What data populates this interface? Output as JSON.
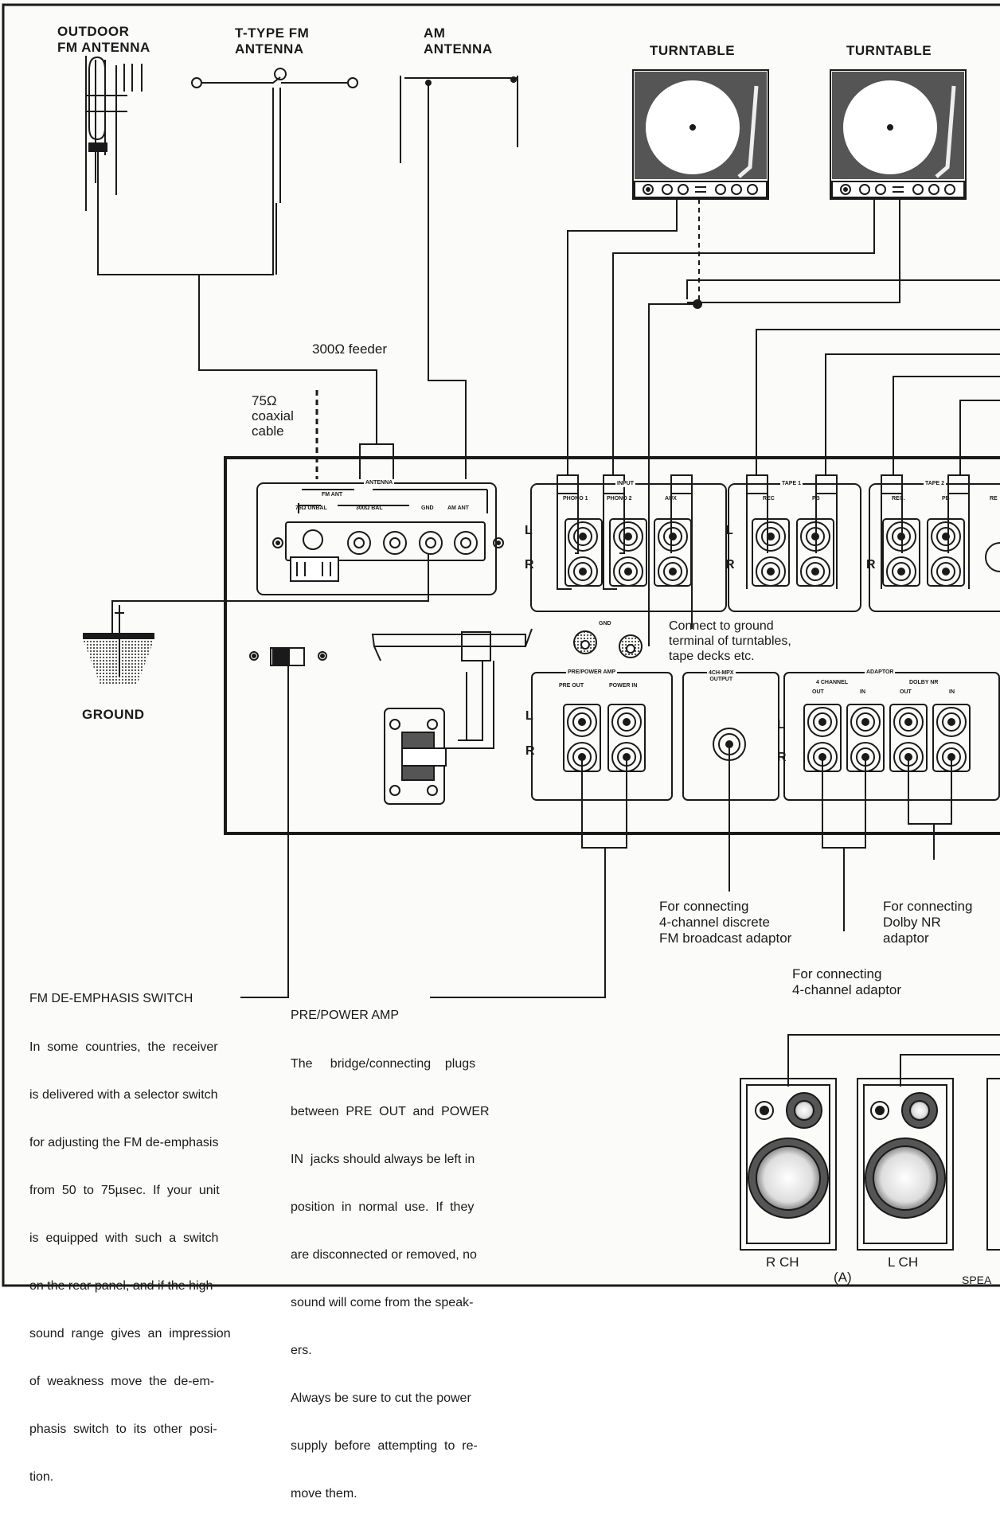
{
  "antennas": {
    "outdoor_fm": [
      "OUTDOOR",
      "FM ANTENNA"
    ],
    "t_type_fm": [
      "T-TYPE FM",
      "ANTENNA"
    ],
    "am": [
      "AM",
      "ANTENNA"
    ]
  },
  "turntables": [
    "TURNTABLE",
    "TURNTABLE"
  ],
  "feeder_300": "300Ω feeder",
  "coax_75": [
    "75Ω",
    "coaxial",
    "cable"
  ],
  "ground_label": "GROUND",
  "antenna_panel": {
    "title": "ANTENNA",
    "fm_ant": "FM ANT",
    "t75": "75Ω UNBAL",
    "t300": "300Ω BAL",
    "gnd": "GND",
    "am_ant": "AM ANT"
  },
  "input_panel": {
    "title": "INPUT",
    "jacks": [
      "PHONO 1",
      "PHONO 2",
      "AUX"
    ]
  },
  "tape1_panel": {
    "title": "TAPE 1",
    "jacks": [
      "REC",
      "PB"
    ]
  },
  "tape2_panel": {
    "title": "TAPE 2",
    "jacks": [
      "REC.",
      "PB",
      "RE"
    ]
  },
  "channel_l": "L",
  "channel_r": "R",
  "gnd_terminal": "GND",
  "ground_note": [
    "Connect to ground",
    "terminal of turntables,",
    "tape decks etc."
  ],
  "pre_power_panel": {
    "title": "PRE/POWER AMP",
    "jacks": [
      "PRE OUT",
      "POWER IN"
    ]
  },
  "mpx_panel": {
    "title": [
      "4CH-MPX",
      "OUTPUT"
    ]
  },
  "adaptor_panel": {
    "title": "ADAPTOR",
    "groups": [
      "4 CHANNEL",
      "DOLBY NR"
    ],
    "jacks": [
      "OUT",
      "IN",
      "OUT",
      "IN"
    ]
  },
  "callouts": {
    "fm4ch": [
      "For connecting",
      "4-channel discrete",
      "FM broadcast adaptor"
    ],
    "dolby": [
      "For connecting",
      "Dolby NR",
      "adaptor"
    ],
    "adaptor4ch": [
      "For connecting",
      "4-channel adaptor"
    ]
  },
  "fm_deemphasis": {
    "title": "FM DE-EMPHASIS SWITCH",
    "body": [
      "In  some  countries,  the  receiver",
      "is delivered with a selector switch",
      "for adjusting the FM de-emphasis",
      "from  50  to  75µsec.  If  your  unit",
      "is  equipped  with  such  a  switch",
      "on the rear panel, and if the high",
      "sound  range  gives  an  impression",
      "of  weakness  move  the  de-em-",
      "phasis  switch  to  its  other  posi-",
      "tion."
    ]
  },
  "pre_power_note": {
    "title": "PRE/POWER AMP",
    "body": [
      "The     bridge/connecting    plugs",
      "between  PRE  OUT  and  POWER",
      "IN  jacks should always be left in",
      "position  in  normal  use.  If  they",
      "are disconnected or removed, no",
      "sound will come from the speak-",
      "ers.",
      "Always be sure to cut the power",
      "supply  before  attempting  to  re-",
      "move them."
    ]
  },
  "speakers": [
    "R CH",
    "L CH"
  ],
  "figure_label": "(A)",
  "speaker_caption": "SPEA"
}
